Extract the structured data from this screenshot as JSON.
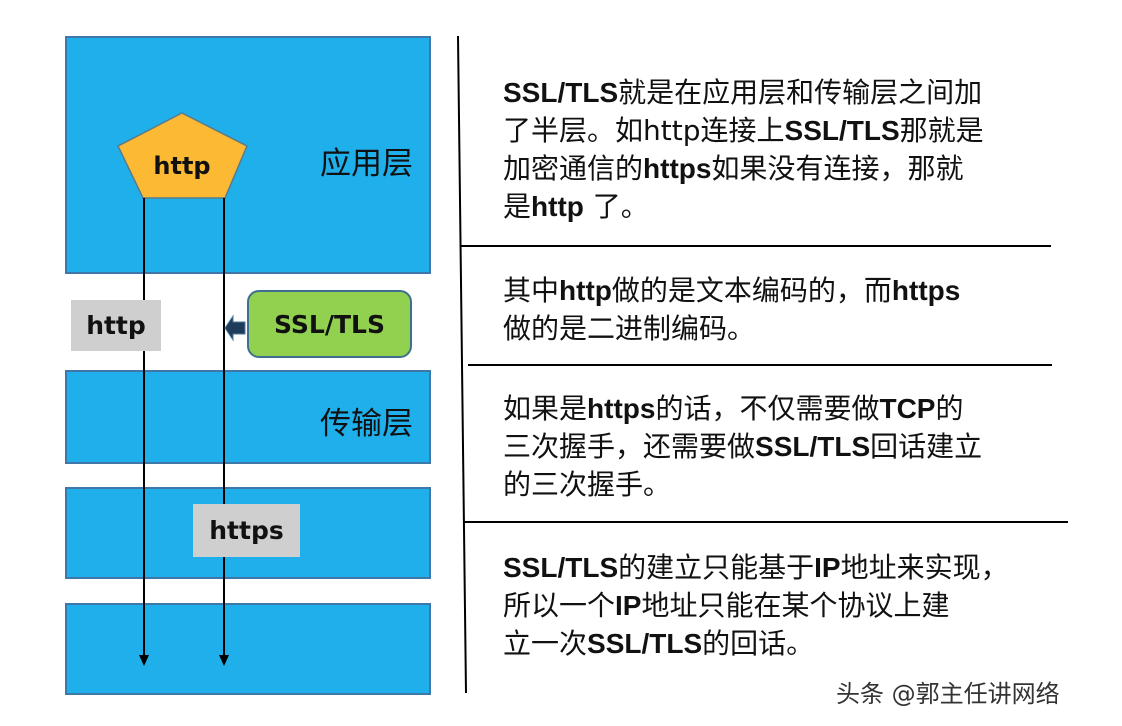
{
  "diagram": {
    "layers": [
      {
        "name": "application-layer",
        "label": "应用层"
      },
      {
        "name": "transport-layer",
        "label": "传输层"
      },
      {
        "name": "layer-3",
        "label": ""
      },
      {
        "name": "layer-4",
        "label": ""
      }
    ],
    "pentagon_label": "http",
    "http_tag": "http",
    "ssl_box": "SSL/TLS",
    "https_tag": "https",
    "colors": {
      "layer_fill": "#1fb0ec",
      "pentagon_fill": "#fbb934",
      "ssl_fill": "#92d050",
      "tag_fill": "#d0cfcf"
    }
  },
  "panels": [
    {
      "lines": [
        [
          {
            "t": "SSL/TLS",
            "b": true
          },
          {
            "t": "就是在应用层和传输层之间加"
          }
        ],
        [
          {
            "t": "了半层。如"
          },
          {
            "t": "http",
            "b": false
          },
          {
            "t": "连接上"
          },
          {
            "t": "SSL/TLS",
            "b": true
          },
          {
            "t": "那就是"
          }
        ],
        [
          {
            "t": "加密通信的"
          },
          {
            "t": "https",
            "b": true
          },
          {
            "t": "如果没有连接，那就"
          }
        ],
        [
          {
            "t": "是"
          },
          {
            "t": "http",
            "b": true
          },
          {
            "t": " 了。"
          }
        ]
      ]
    },
    {
      "lines": [
        [
          {
            "t": "其中"
          },
          {
            "t": "http",
            "b": true
          },
          {
            "t": "做的是文本编码的，而"
          },
          {
            "t": "https",
            "b": true
          }
        ],
        [
          {
            "t": "做的是二进制编码。"
          }
        ]
      ]
    },
    {
      "lines": [
        [
          {
            "t": "如果是"
          },
          {
            "t": "https",
            "b": true
          },
          {
            "t": "的话，不仅需要做"
          },
          {
            "t": "TCP",
            "b": true
          },
          {
            "t": "的"
          }
        ],
        [
          {
            "t": "三次握手，还需要做"
          },
          {
            "t": "SSL/TLS",
            "b": true
          },
          {
            "t": "回话建立"
          }
        ],
        [
          {
            "t": "的三次握手。"
          }
        ]
      ]
    },
    {
      "lines": [
        [
          {
            "t": "SSL/TLS",
            "b": true
          },
          {
            "t": "的建立只能基于"
          },
          {
            "t": "IP",
            "b": true
          },
          {
            "t": "地址来实现，"
          }
        ],
        [
          {
            "t": "所以一个"
          },
          {
            "t": "IP",
            "b": true
          },
          {
            "t": "地址只能在某个协议上建"
          }
        ],
        [
          {
            "t": "立一次"
          },
          {
            "t": "SSL/TLS",
            "b": true
          },
          {
            "t": "的回话。"
          }
        ]
      ]
    }
  ],
  "watermark": "头条 @郭主任讲网络"
}
